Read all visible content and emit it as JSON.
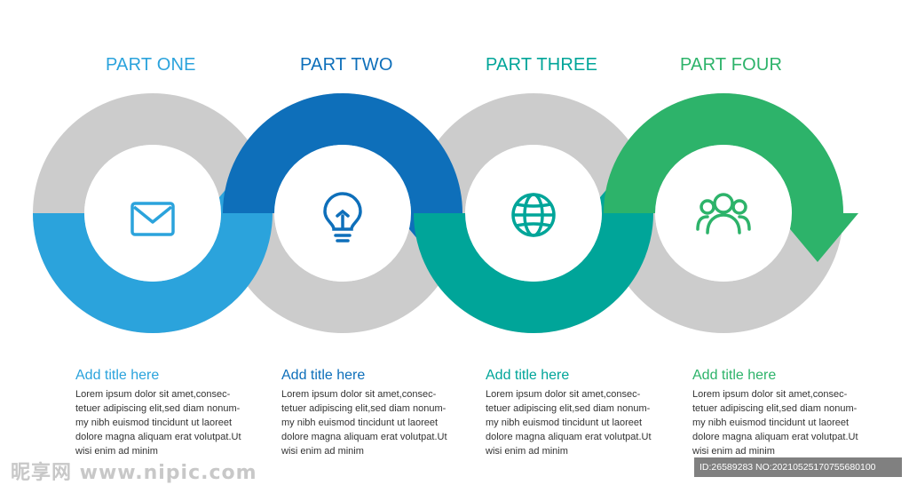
{
  "colors": {
    "part_one": "#2ba3dc",
    "part_two": "#0e6fba",
    "part_three": "#00a599",
    "part_four": "#2db36a",
    "ring_gray": "#cccccc"
  },
  "parts": [
    {
      "heading": "PART ONE",
      "icon": "envelope-icon",
      "title": "Add title here",
      "body": [
        "Lorem ipsum dolor sit amet,consec-",
        "tetuer adipiscing elit,sed diam nonum-",
        "my nibh euismod tincidunt ut laoreet",
        "dolore magna aliquam erat volutpat.Ut",
        "wisi enim ad minim"
      ]
    },
    {
      "heading": "PART TWO",
      "icon": "lightbulb-icon",
      "title": "Add title here",
      "body": [
        "Lorem ipsum dolor sit amet,consec-",
        "tetuer adipiscing elit,sed diam nonum-",
        "my nibh euismod tincidunt ut laoreet",
        "dolore magna aliquam erat volutpat.Ut",
        "wisi enim ad minim"
      ]
    },
    {
      "heading": "PART THREE",
      "icon": "globe-icon",
      "title": "Add title here",
      "body": [
        "Lorem ipsum dolor sit amet,consec-",
        "tetuer adipiscing elit,sed diam nonum-",
        "my nibh euismod tincidunt ut laoreet",
        "dolore magna aliquam erat volutpat.Ut",
        "wisi enim ad minim"
      ]
    },
    {
      "heading": "PART FOUR",
      "icon": "users-icon",
      "title": "Add title here",
      "body": [
        "Lorem ipsum dolor sit amet,consec-",
        "tetuer adipiscing elit,sed diam nonum-",
        "my nibh euismod tincidunt ut laoreet",
        "dolore magna aliquam erat volutpat.Ut",
        "wisi enim ad minim"
      ]
    }
  ],
  "watermark": {
    "logo_text": "昵享网 www.nipic.com",
    "id_text": "ID:26589283 NO:20210525170755680100"
  }
}
